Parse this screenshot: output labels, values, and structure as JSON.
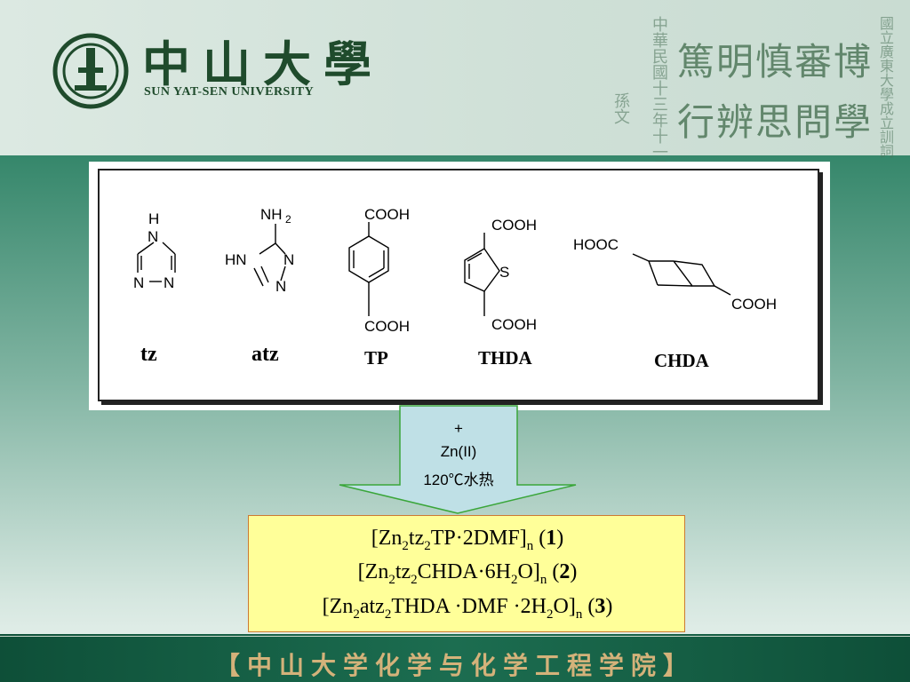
{
  "header": {
    "university_cn": "中山大學",
    "university_en": "SUN YAT-SEN UNIVERSITY",
    "motto_line1": "篤明慎審博",
    "motto_line2": "行辨思問學",
    "calligraphy_a": "中華民國十三年十一月",
    "calligraphy_b": "孫文",
    "calligraphy_c": "國立廣東大學成立訓詞"
  },
  "ligands": [
    {
      "label": "tz",
      "atoms": [
        "H",
        "N",
        "N",
        "N"
      ]
    },
    {
      "label": "atz",
      "atoms": [
        "NH",
        "2",
        "HN",
        "N",
        "N"
      ]
    },
    {
      "label": "TP",
      "atoms": [
        "COOH",
        "COOH"
      ]
    },
    {
      "label": "THDA",
      "atoms": [
        "COOH",
        "S",
        "COOH"
      ]
    },
    {
      "label": "CHDA",
      "atoms": [
        "HOOC",
        "COOH"
      ]
    }
  ],
  "reaction": {
    "plus": "+",
    "metal": "Zn(II)",
    "conditions": "120℃水热"
  },
  "products": {
    "line1": {
      "a": "[Zn",
      "s1": "2",
      "b": "tz",
      "s2": "2",
      "c": "TP·2DMF]",
      "s3": "n",
      "d": " (",
      "num": "1",
      "e": ")"
    },
    "line2": {
      "a": "[Zn",
      "s1": "2",
      "b": "tz",
      "s2": "2",
      "c": "CHDA·6H",
      "s3": "2",
      "d": "O]",
      "s4": "n",
      "e": " (",
      "num": "2",
      "f": ")"
    },
    "line3": {
      "a": "[Zn",
      "s1": "2",
      "b": "atz",
      "s2": "2",
      "c": "THDA ·DMF ·2H",
      "s3": "2",
      "d": "O]",
      "s4": "n",
      "e": " (",
      "num": "3",
      "f": ")"
    }
  },
  "footer": {
    "title": "【中山大学化学与化学工程学院】"
  },
  "colors": {
    "background_top": "#0e6a4e",
    "product_box": "#ffff99",
    "arrow_fill": "#bfe0e6",
    "arrow_border": "#3aa63a",
    "footer_text": "#d4b27a"
  }
}
